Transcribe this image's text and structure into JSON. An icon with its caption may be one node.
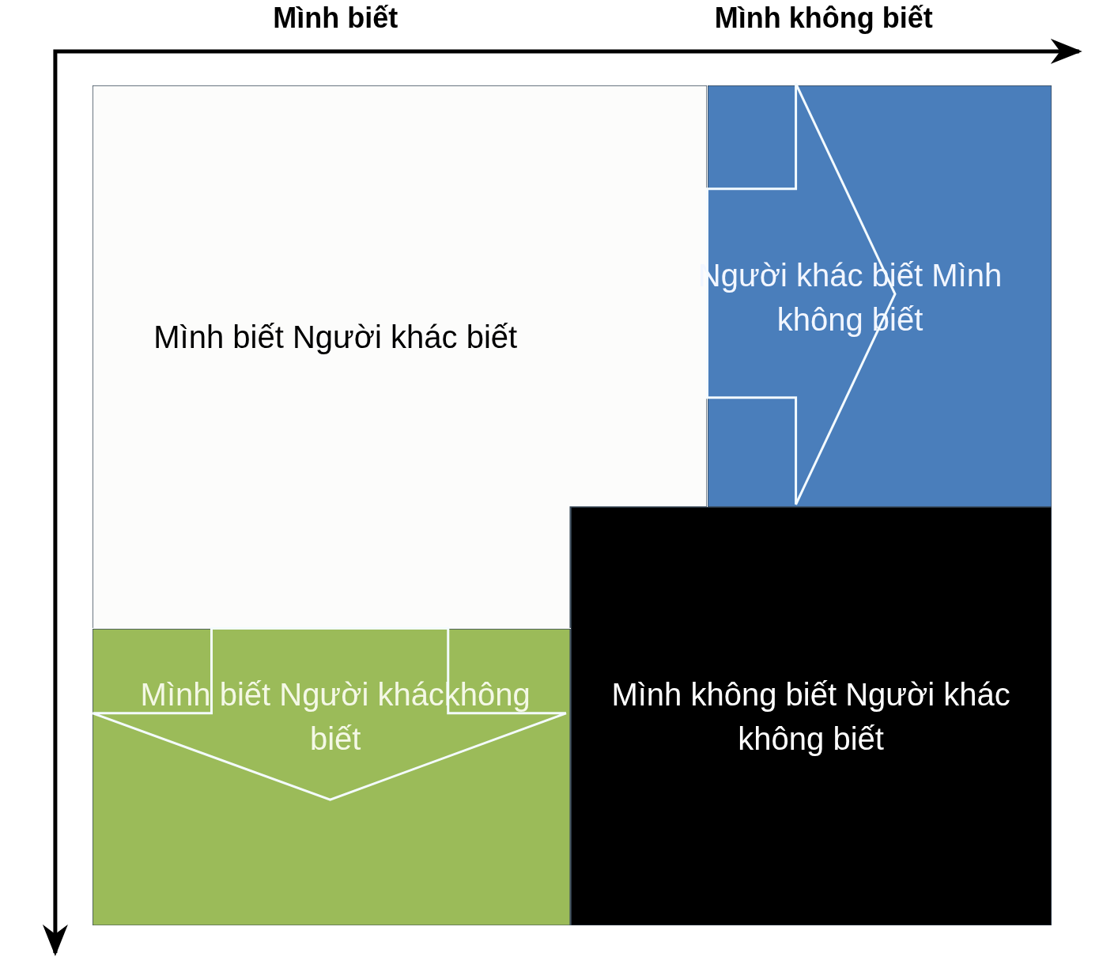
{
  "diagram": {
    "nodes": [
      {
        "text": [
          "Mình biết Người khác biết"
        ]
      },
      {
        "text": [
          "Người khác biết Mình không biết"
        ]
      },
      {
        "text": [
          "Mình biết Người kháckhông biết"
        ]
      },
      {
        "text": [
          "Mình không biết Người khác không biết"
        ]
      }
    ],
    "labels": [
      "Mình biết",
      "Mình không biết"
    ]
  }
}
